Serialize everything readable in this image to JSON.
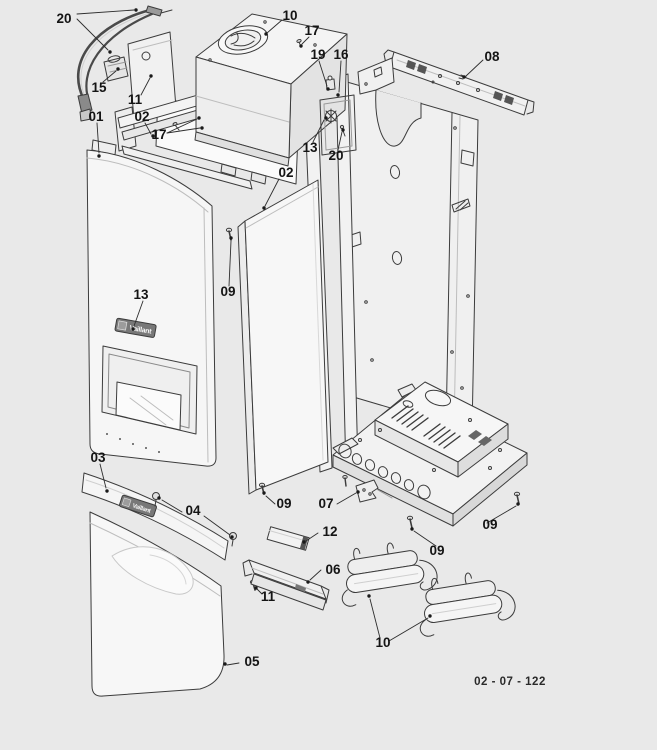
{
  "diagram": {
    "brand": "Vaillant",
    "drawing_number": "02 - 07 - 122"
  },
  "callouts": [
    {
      "text": "20",
      "part": "ignition-cable"
    },
    {
      "text": "15",
      "part": "spark-plug-connector"
    },
    {
      "text": "11",
      "part": "top-cross-rail"
    },
    {
      "text": "01",
      "part": "front-casing-panel"
    },
    {
      "text": "02",
      "part": "left-side-panel"
    },
    {
      "text": "17",
      "part": "rail-screws"
    },
    {
      "text": "10",
      "part": "air-intake-box"
    },
    {
      "text": "17",
      "part": "screw-top"
    },
    {
      "text": "19",
      "part": "small-fitting"
    },
    {
      "text": "16",
      "part": "mounting-plate"
    },
    {
      "text": "13",
      "part": "impeller-fitting"
    },
    {
      "text": "20",
      "part": "screw-plate"
    },
    {
      "text": "08",
      "part": "wall-mounting-rail"
    },
    {
      "text": "02",
      "part": "right-side-panel"
    },
    {
      "text": "09",
      "part": "screw-side-panel-top"
    },
    {
      "text": "13",
      "part": "brand-badge"
    },
    {
      "text": "03",
      "part": "controls-fascia-strip"
    },
    {
      "text": "04",
      "part": "fixing-clips"
    },
    {
      "text": "05",
      "part": "front-door-panel"
    },
    {
      "text": "09",
      "part": "screw-side-panel-bottom"
    },
    {
      "text": "07",
      "part": "retaining-bracket"
    },
    {
      "text": "12",
      "part": "cover-plate"
    },
    {
      "text": "06",
      "part": "bottom-baffle-rail"
    },
    {
      "text": "11",
      "part": "screw-baffle"
    },
    {
      "text": "09",
      "part": "screw-chassis-left"
    },
    {
      "text": "09",
      "part": "screw-chassis-right"
    },
    {
      "text": "10",
      "part": "pipe-clamps"
    }
  ]
}
